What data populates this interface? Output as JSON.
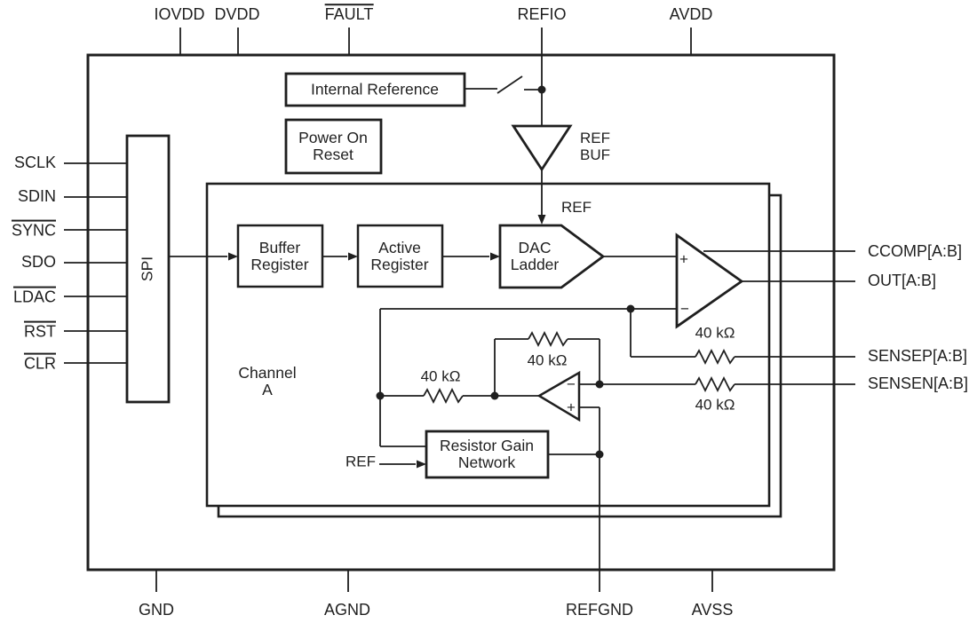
{
  "figure": {
    "description": "DAC functional block diagram",
    "colors": {
      "line": "#1f1f1f",
      "background": "#ffffff"
    }
  },
  "pins": {
    "top": [
      {
        "label": "IOVDD",
        "overline": false
      },
      {
        "label": "DVDD",
        "overline": false
      },
      {
        "label": "FAULT",
        "overline": true
      },
      {
        "label": "REFIO",
        "overline": false
      },
      {
        "label": "AVDD",
        "overline": false
      }
    ],
    "left": [
      {
        "label": "SCLK",
        "overline": false
      },
      {
        "label": "SDIN",
        "overline": false
      },
      {
        "label": "SYNC",
        "overline": true
      },
      {
        "label": "SDO",
        "overline": false
      },
      {
        "label": "LDAC",
        "overline": true
      },
      {
        "label": "RST",
        "overline": true
      },
      {
        "label": "CLR",
        "overline": true
      }
    ],
    "right": [
      {
        "label": "CCOMP[A:B]"
      },
      {
        "label": "OUT[A:B]"
      },
      {
        "label": "SENSEP[A:B]"
      },
      {
        "label": "SENSEN[A:B]"
      }
    ],
    "bottom": [
      {
        "label": "GND"
      },
      {
        "label": "AGND"
      },
      {
        "label": "REFGND"
      },
      {
        "label": "AVSS"
      }
    ]
  },
  "blocks": {
    "spi": {
      "label": "SPI"
    },
    "internal_reference": {
      "label": "Internal Reference"
    },
    "power_on_reset": {
      "line1": "Power On",
      "line2": "Reset"
    },
    "buffer_register": {
      "line1": "Buffer",
      "line2": "Register"
    },
    "active_register": {
      "line1": "Active",
      "line2": "Register"
    },
    "dac_ladder": {
      "line1": "DAC",
      "line2": "Ladder"
    },
    "resistor_gain_network": {
      "line1": "Resistor Gain",
      "line2": "Network"
    },
    "channel_a": {
      "line1": "Channel",
      "line2": "A"
    }
  },
  "annotations": {
    "ref_buf_line1": "REF",
    "ref_buf_line2": "BUF",
    "ref_to_dac": "REF",
    "ref_to_rgn": "REF",
    "resistor_value": "40 kΩ",
    "plus": "+",
    "minus": "−"
  }
}
